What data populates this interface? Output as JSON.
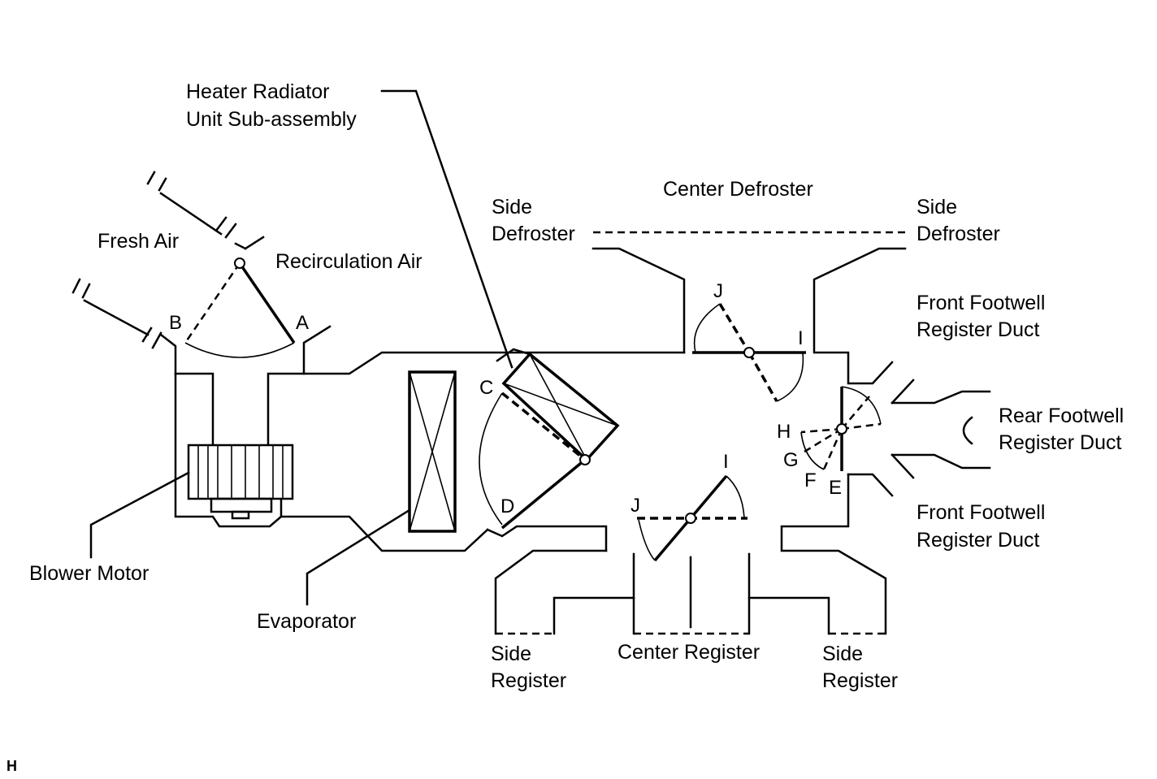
{
  "labels": {
    "heater_radiator": [
      "Heater Radiator",
      "Unit Sub-assembly"
    ],
    "center_defroster": "Center Defroster",
    "side_defroster_left": [
      "Side",
      "Defroster"
    ],
    "side_defroster_right": [
      "Side",
      "Defroster"
    ],
    "fresh_air": "Fresh Air",
    "recirculation_air": "Recirculation Air",
    "front_footwell_upper": [
      "Front Footwell",
      "Register Duct"
    ],
    "rear_footwell": [
      "Rear Footwell",
      "Register Duct"
    ],
    "front_footwell_lower": [
      "Front Footwell",
      "Register Duct"
    ],
    "blower_motor": "Blower Motor",
    "evaporator": "Evaporator",
    "side_register_left": [
      "Side",
      "Register"
    ],
    "center_register": "Center Register",
    "side_register_right": [
      "Side",
      "Register"
    ]
  },
  "damper_positions": {
    "a": "A",
    "b": "B",
    "c": "C",
    "d": "D",
    "e": "E",
    "f": "F",
    "g": "G",
    "h": "H",
    "i_defroster": "I",
    "j_defroster": "J",
    "i_register": "I",
    "j_register": "J"
  },
  "figure_code": "H"
}
